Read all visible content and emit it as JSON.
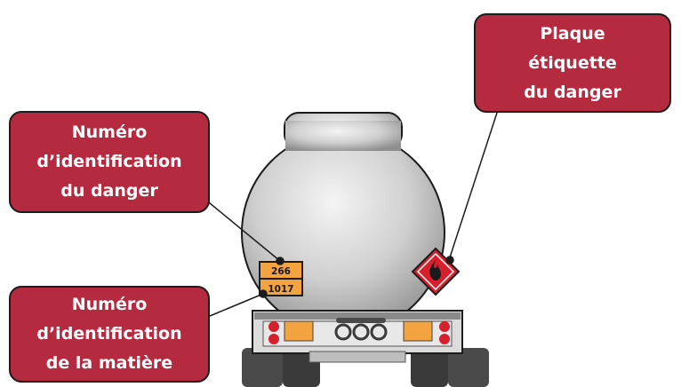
{
  "callouts": {
    "hazard_plate": [
      "Plaque",
      "étiquette",
      "du danger"
    ],
    "hazard_id_number": [
      "Numéro",
      "d’identification",
      "du danger"
    ],
    "substance_id_number": [
      "Numéro",
      "d’identification",
      "de la matière"
    ]
  },
  "orange_plate": {
    "top_number": "266",
    "bottom_number": "1017"
  },
  "colors": {
    "callout_red": "#b52a3e",
    "orange_plate": "#f4a341",
    "placard_red": "#d6202e",
    "tank_grey": "#c9c9c9"
  },
  "icons": {
    "placard_symbol": "flame-icon"
  }
}
